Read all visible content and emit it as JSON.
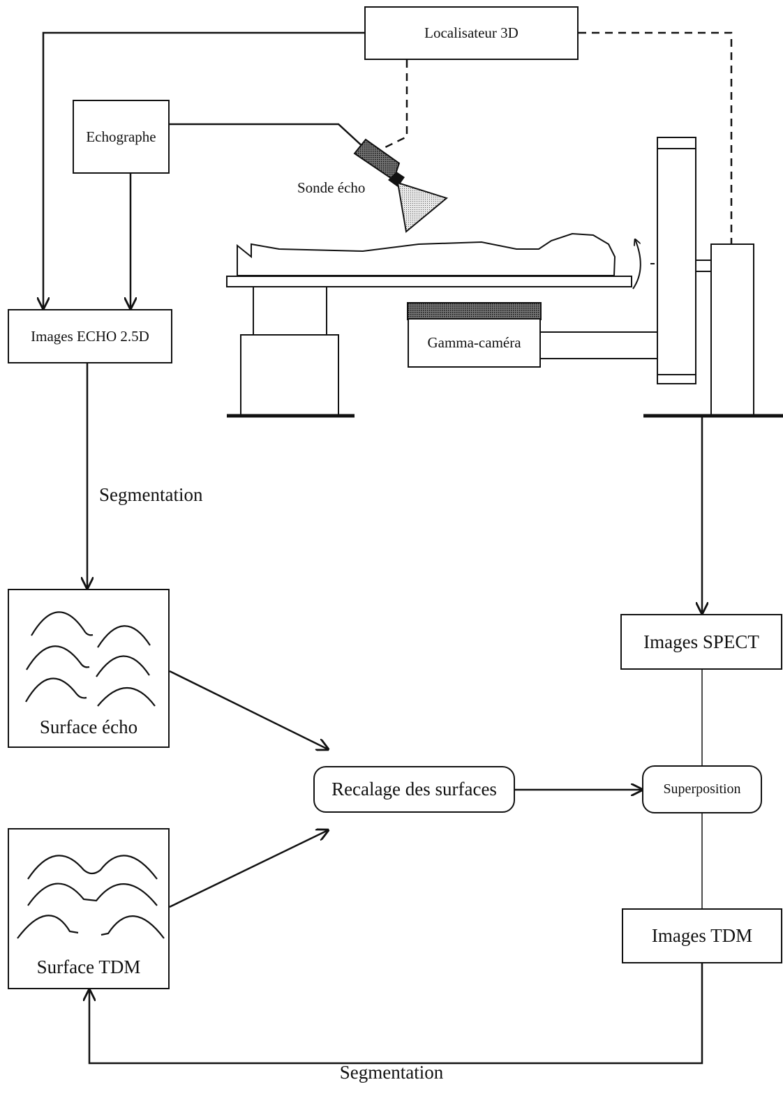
{
  "diagram": {
    "boxes": {
      "localisateur": "Localisateur 3D",
      "echographe": "Echographe",
      "images_echo": "Images ECHO 2.5D",
      "gamma_camera": "Gamma-caméra",
      "images_spect": "Images SPECT",
      "recalage": "Recalage des surfaces",
      "superposition": "Superposition",
      "images_tdm": "Images TDM",
      "surface_echo": "Surface écho",
      "surface_tdm": "Surface TDM"
    },
    "labels": {
      "sonde": "Sonde écho",
      "segmentation_left": "Segmentation",
      "segmentation_bottom": "Segmentation"
    }
  },
  "colors": {
    "ink": "#111111",
    "probe_dark": "#4a4a4a",
    "probe_beam": "#cfcfcf",
    "detector_strip": "#8a8a8a"
  }
}
